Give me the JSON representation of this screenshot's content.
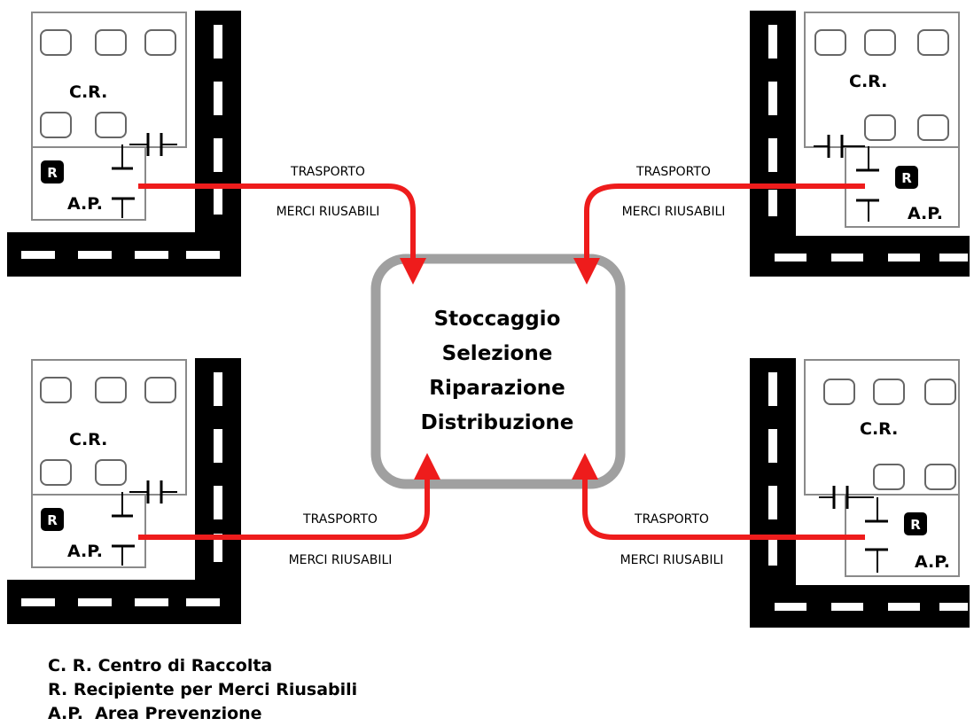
{
  "center": {
    "lines": [
      "Stoccaggio",
      "Selezione",
      "Riparazione",
      "Distribuzione"
    ]
  },
  "sites": {
    "top_left": {
      "cr": "C.R.",
      "ap": "A.P.",
      "r": "R"
    },
    "top_right": {
      "cr": "C.R.",
      "ap": "A.P.",
      "r": "R"
    },
    "bottom_left": {
      "cr": "C.R.",
      "ap": "A.P.",
      "r": "R"
    },
    "bottom_right": {
      "cr": "C.R.",
      "ap": "A.P.",
      "r": "R"
    }
  },
  "transport": {
    "label_top": "TRASPORTO",
    "label_bottom": "MERCI RIUSABILI"
  },
  "legend": {
    "line1": "C. R. Centro di Raccolta",
    "line2": "R. Recipiente per Merci Riusabili",
    "line3": "A.P.  Area Prevenzione"
  },
  "colors": {
    "arrow": "#ee1c1c",
    "center_border": "#a0a0a0",
    "road": "#000000",
    "building_border": "#8a8a8a"
  }
}
